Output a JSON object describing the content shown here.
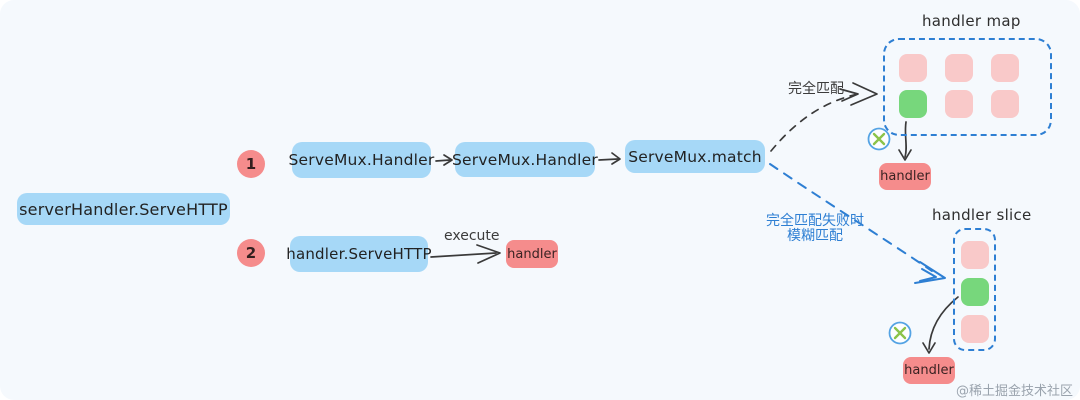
{
  "colors": {
    "bg": "#f5f9fd",
    "node_blue": "#a6d8f7",
    "chip_red": "#f58c8c",
    "cell_pink": "#f9c9c9",
    "cell_green": "#77d77c",
    "panel_border_blue": "#2e7fd3",
    "label_blue": "#2e7fd3",
    "arrow_dark": "#3a3a3a",
    "text_dark": "#2b2b2b",
    "cross_green": "#8bc34a",
    "cross_ring_blue": "#54a3e4",
    "watermark_gray": "#9aa3ad"
  },
  "steps": {
    "one": "1",
    "two": "2"
  },
  "nodes": {
    "server_handler": "serverHandler.ServeHTTP",
    "servemux_handler_a": "ServeMux.Handler",
    "servemux_handler_b": "ServeMux.Handler",
    "servemux_match": "ServeMux.match",
    "handler_servehttp": "handler.ServeHTTP",
    "handler_chip_execute": "handler",
    "handler_chip_map": "handler",
    "handler_chip_slice": "handler"
  },
  "labels": {
    "execute": "execute",
    "exact_match": "完全匹配",
    "fuzzy_match_line1": "完全匹配失败时",
    "fuzzy_match_line2": "模糊匹配"
  },
  "map_panel": {
    "title": "handler map",
    "cells": [
      "pink",
      "pink",
      "pink",
      "green",
      "pink",
      "pink"
    ]
  },
  "slice_panel": {
    "title": "handler slice",
    "cells": [
      "pink",
      "green",
      "pink"
    ]
  },
  "watermark": "@稀土掘金技术社区"
}
